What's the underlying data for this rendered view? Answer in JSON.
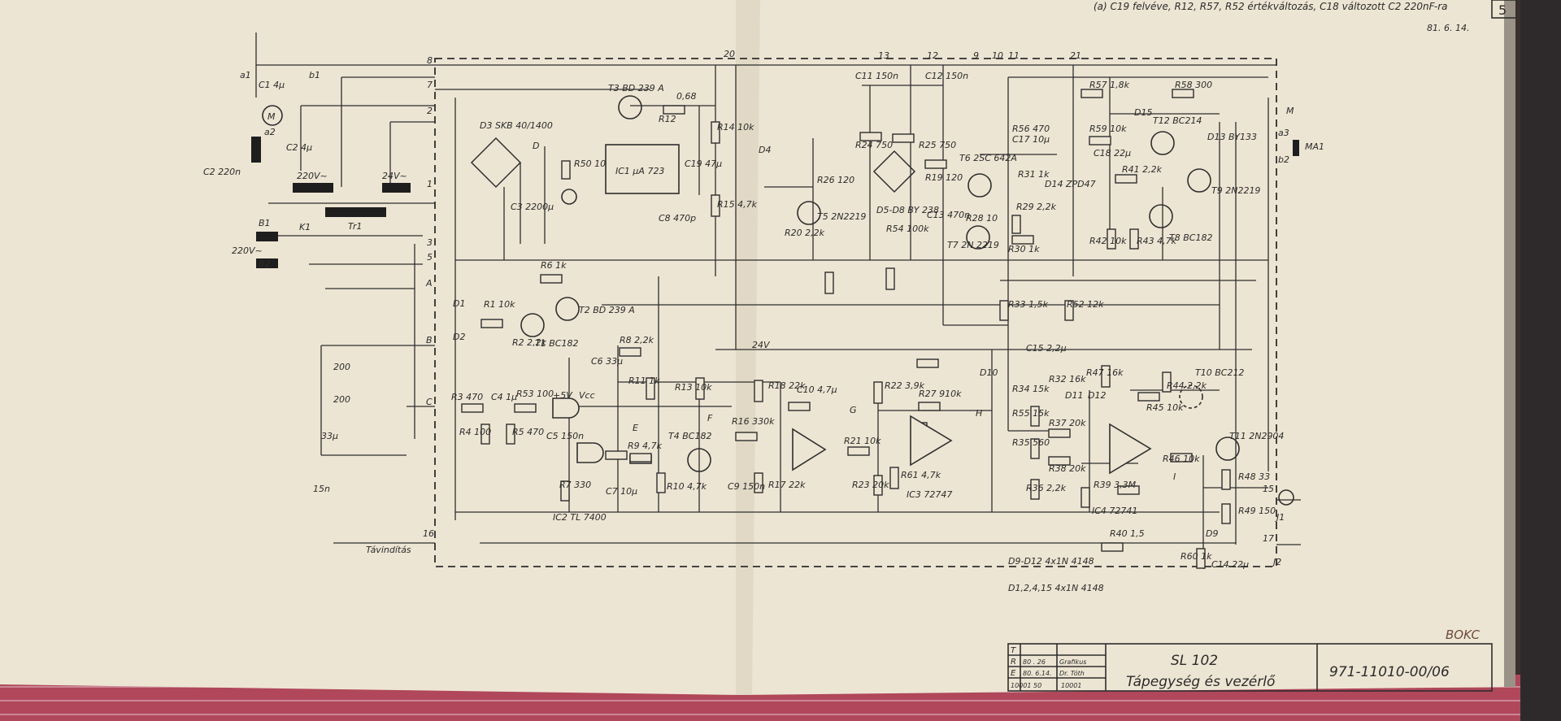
{
  "header": {
    "revision_note": "(a) C19 felvéve, R12, R57, R52 értékváltozás, C18 változott C2 220nF-ra",
    "revision_date": "81. 6. 14.",
    "sheet_number": "5"
  },
  "title_block": {
    "model": "SL 102",
    "title": "Tápegység és vezérlő",
    "drawing_number": "971-11010-00/06",
    "stamp": "BOKC",
    "rows": [
      {
        "code": "T",
        "date": "",
        "name": ""
      },
      {
        "code": "R",
        "date": "80 . 26",
        "name": "Grafikus"
      },
      {
        "code": "E",
        "date": "80. 6.14.",
        "name": "Dr. Tóth"
      }
    ],
    "footer_left": "10001 50",
    "footer_right": "10001"
  },
  "notes": {
    "diodes_d9_d12": "D9-D12  4x1N 4148",
    "diodes_d1_d15": "D1,2,4,15  4x1N 4148",
    "remote": "Távindítás"
  },
  "power": {
    "mains_1": "220V~",
    "mains_2": "220V~",
    "secondary": "24V~",
    "transformer": "Tr1",
    "vcc_label": "Vcc",
    "v5": "+5V",
    "v24": "24V"
  },
  "connectors": {
    "a1": "a1",
    "b1": "b1",
    "a2": "a2",
    "a3": "a3",
    "b2": "b2",
    "n8": "8",
    "n7": "7",
    "n2": "2",
    "n1": "1",
    "n3": "3",
    "n5": "5",
    "nA": "A",
    "nB": "B",
    "nC": "C",
    "n16": "16",
    "n20": "20",
    "n13": "13",
    "n12": "12",
    "n9": "9",
    "n10": "10",
    "n11": "11",
    "n21": "21",
    "n15": "15",
    "n17": "17",
    "J1": "J1",
    "J2": "J2",
    "MA1": "MA1",
    "M": "M"
  },
  "components": {
    "C1": "C1 4μ",
    "C2": "C2 4μ",
    "C2b": "C2 220n",
    "M1": "M",
    "B1": "B1",
    "B2": "B2",
    "K1": "K1",
    "D3": "D3 SKB 40/1400",
    "C3": "C3 2200μ",
    "T3": "T3 BD 239 A",
    "R12": "R12",
    "R12v": "0,68",
    "IC1": "IC1 μA 723",
    "C19": "C19 47μ",
    "C8": "C8 470p",
    "R14": "R14 10k",
    "R15": "R15 4,7k",
    "R50": "R50 10",
    "R6": "R6 1k",
    "T2": "T2 BD 239 A",
    "D1": "D1",
    "D2": "D2",
    "R1": "R1 10k",
    "T1": "T1 BC182",
    "R2": "R2 2,2k",
    "C6": "C6 33μ",
    "R8": "R8 2,2k",
    "R3": "R3 470",
    "R4": "R4 100",
    "C4": "C4 1μ",
    "R53": "R53 100",
    "R5": "R5 470",
    "C5": "C5 150n",
    "R7": "R7 330",
    "C7": "C7 10μ",
    "IC2": "IC2 TL 7400",
    "R11": "R11 1k",
    "R9": "R9 4,7k",
    "R13": "R13 10k",
    "T4": "T4 BC182",
    "R10": "R10 4,7k",
    "C9": "C9 150n",
    "R16": "R16 330k",
    "R18": "R18 22k",
    "R17": "R17 22k",
    "C10": "C10 4,7μ",
    "R21": "R21 10k",
    "R22": "R22 3,9k",
    "R23": "R23 20k",
    "R27": "R27 910k",
    "R61": "R61 4,7k",
    "IC3": "IC3 72747",
    "C11": "C11 150n",
    "C12": "C12 150n",
    "R24": "R24 750",
    "R25": "R25 750",
    "D5D8": "D5-D8 BY 238",
    "R19": "R19 120",
    "C13": "C13 470n",
    "R54": "R54 100k",
    "R26": "R26 120",
    "D4": "D4",
    "T5": "T5 2N2219",
    "R20": "R20 2,2k",
    "T6": "T6 2SC 642A",
    "R28": "R28 10",
    "T7": "T7 2N 2219",
    "R30": "R30 1k",
    "R29": "R29 2,2k",
    "R31": "R31 1k",
    "D14": "D14 ZPD47",
    "R56": "R56 470",
    "C17": "C17 10μ",
    "R33": "R33 1,5k",
    "R52": "R52 12k",
    "C15": "C15 2,2μ",
    "D10": "D10",
    "R34": "R34 15k",
    "R55": "R55 15k",
    "R35": "R35 560",
    "R36": "R36 2,2k",
    "R32": "R32 16k",
    "R47": "R47 16k",
    "D11": "D11",
    "D12": "D12",
    "R37": "R37 20k",
    "R38": "R38 20k",
    "R39": "R39 3,3M",
    "IC4": "IC4 72741",
    "R57": "R57 1,8k",
    "R58": "R58 300",
    "D15": "D15",
    "T12": "T12 BC214",
    "R59": "R59 10k",
    "C18": "C18 22μ",
    "R41": "R41 2,2k",
    "T9": "T9 2N2219",
    "D13": "D13 BY133",
    "R42": "R42 10k",
    "R43": "R43 4,7k",
    "T8": "T8 BC182",
    "R44": "R44 2,2k",
    "R45": "R45 10k",
    "T10": "T10 BC212",
    "R46": "R46 10k",
    "T11": "T11 2N2904",
    "R48": "R48 33",
    "R49": "R49 150",
    "D9": "D9",
    "R60": "R60 1k",
    "C14": "C14 22μ",
    "R40": "R40 1,5",
    "R200a": "200",
    "R200b": "200",
    "C33": "33μ",
    "C15n": "15n"
  },
  "test_points": {
    "D": "D",
    "E": "E",
    "F": "F",
    "G": "G",
    "H": "H",
    "I": "I"
  }
}
